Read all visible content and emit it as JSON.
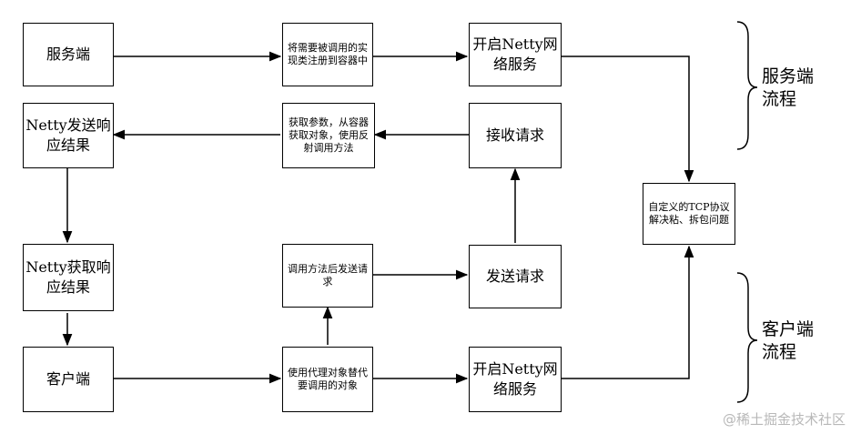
{
  "nodes": {
    "server": "服务端",
    "register": "将需要被调用的实现类注册到容器中",
    "start_server_netty": "开启Netty网络服务",
    "netty_send_resp": "Netty发送响应结果",
    "reflect_invoke": "获取参数，从容器获取对象，使用反射调用方法",
    "receive_req": "接收请求",
    "custom_protocol": "自定义的TCP协议解决粘、拆包问题",
    "netty_get_resp": "Netty获取响应结果",
    "after_invoke_send": "调用方法后发送请求",
    "send_req": "发送请求",
    "client": "客户端",
    "proxy": "使用代理对象替代要调用的对象",
    "start_client_netty": "开启Netty网络服务"
  },
  "labels": {
    "server_flow": "服务端流程",
    "client_flow": "客户端流程"
  },
  "watermark": "@稀土掘金技术社区"
}
